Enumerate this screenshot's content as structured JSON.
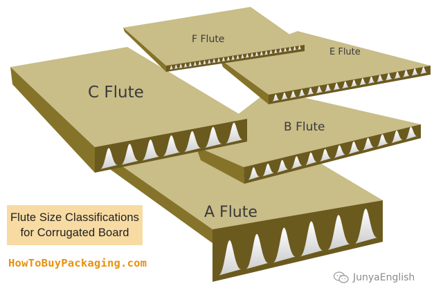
{
  "boards": {
    "a": {
      "label": "A Flute"
    },
    "b": {
      "label": "B Flute"
    },
    "c": {
      "label": "C Flute"
    },
    "e": {
      "label": "E Flute"
    },
    "f": {
      "label": "F Flute"
    }
  },
  "caption": {
    "line1": "Flute Size Classifications",
    "line2": "for Corrugated Board"
  },
  "site_url": "HowToBuyPackaging.com",
  "watermark": {
    "text": "JunyaEnglish",
    "icon": "wechat-icon"
  },
  "colors": {
    "board_top": "#c9bd88",
    "board_side": "#6b5a1e",
    "board_edge": "#857329",
    "flute_gap": "#ececec",
    "caption_bg": "#f7dba3",
    "url_text": "#e8910c"
  }
}
